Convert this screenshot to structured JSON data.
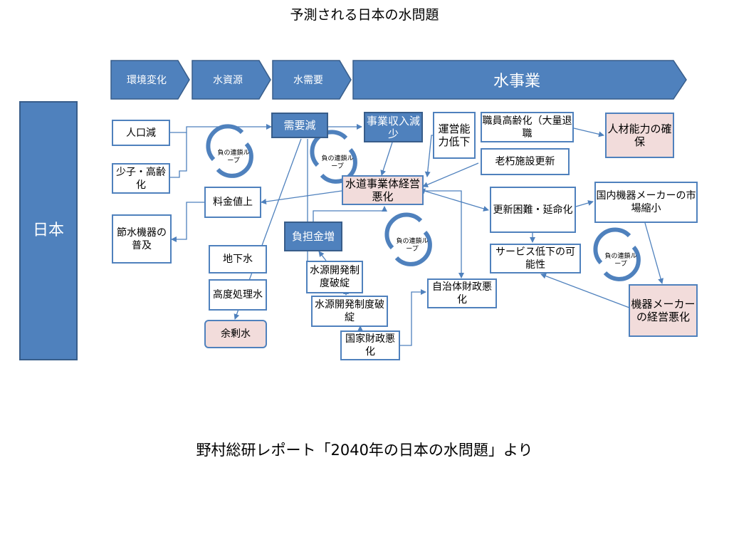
{
  "title": "予測される日本の水問題",
  "source": "野村総研レポート「2040年の日本の水問題」より",
  "colors": {
    "primary": "#4f81bd",
    "border": "#385d8a",
    "highlight": "#f2dcdb",
    "line": "#4f81bd"
  },
  "stages": [
    "環境変化",
    "水資源",
    "水需要",
    "水事業"
  ],
  "japan": "日本",
  "nodes": {
    "population": "人口減",
    "aging": "少子・高齢化",
    "water_saving": "節水機器の普及",
    "price_up": "料金値上",
    "demand_down": "需要減",
    "revenue_down": "事業収入減少",
    "ops_capacity": "運営能力低下",
    "staff_aging": "職員高齢化（大量退職",
    "talent": "人材能力の確保",
    "aging_facilities": "老朽施設更新",
    "utility_mgmt": "水道事業体経営悪化",
    "renewal": "更新困難・延命化",
    "domestic_makers": "国内機器メーカーの市場縮小",
    "burden": "負担金増",
    "groundwater": "地下水",
    "advanced_treatment": "高度処理水",
    "surplus": "余剰水",
    "dev_system_1": "水源開発制度破綻",
    "dev_system_2": "水源開発制度破綻",
    "national_finance": "国家財政悪化",
    "local_finance": "自治体財政悪化",
    "service_decline": "サービス低下の可能性",
    "maker_mgmt": "機器メーカーの経営悪化"
  },
  "loop_label": "負の連鎖ループ"
}
